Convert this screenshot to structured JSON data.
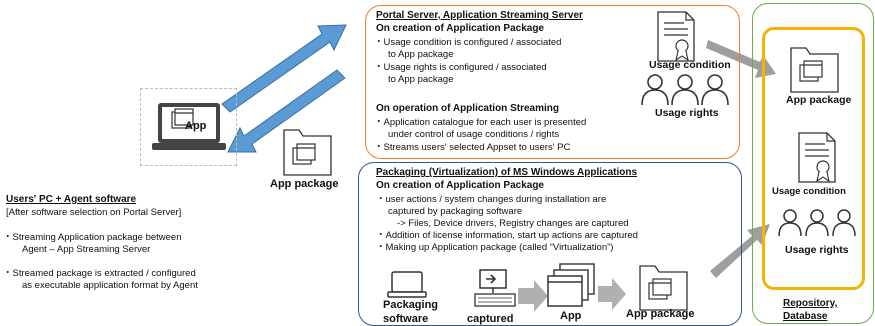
{
  "pc": {
    "app_label": "App",
    "title": "Users' PC + Agent software",
    "subtitle": "[After software selection on Portal Server]",
    "bullets": [
      "・Streaming Application package between",
      "Agent – App Streaming Server",
      "・Streamed package is extracted / configured",
      "as executable application format by Agent"
    ]
  },
  "middle": {
    "app_package_label": "App package"
  },
  "portal": {
    "title": "Portal Server, Application Streaming Server",
    "section1_heading": "On creation of Application Package",
    "section1_lines": [
      "・Usage condition is configured / associated",
      "to App package",
      "・Usage rights is configured / associated",
      "to App package"
    ],
    "section2_heading": "On operation of Application Streaming",
    "section2_lines": [
      "・Application catalogue for each user is presented",
      "under control of  usage conditions / rights",
      "・Streams users' selected Appset to users' PC"
    ],
    "usage_condition_label": "Usage condition",
    "usage_rights_label": "Usage rights"
  },
  "packaging": {
    "title": "Packaging (Virtualization) of MS Windows Applications",
    "heading": "On creation of Application Package",
    "lines": [
      "・user actions / system changes during installation are",
      "captured by packaging software",
      "-> Files, Device drivers, Registry changes are captured",
      "・Addition of license information, start up actions are captured",
      "・Making up Application package (called “Virtualization”)"
    ],
    "packaging_software_label_1": "Packaging",
    "packaging_software_label_2": "software",
    "captured_label": "captured",
    "app_label": "App",
    "app_package_label": "App package"
  },
  "repository": {
    "app_package_label": "App package",
    "usage_condition_label": "Usage condition",
    "usage_rights_label": "Usage rights",
    "title_1": "Repository,",
    "title_2": "Database"
  },
  "colors": {
    "arrow_blue": "#5b9bd5",
    "portal_border": "#ed7d31",
    "packaging_border": "#2f5597",
    "repo_outer": "#70ad47",
    "repo_inner": "#f4b400",
    "gray_arrow": "#9e9e9e"
  }
}
